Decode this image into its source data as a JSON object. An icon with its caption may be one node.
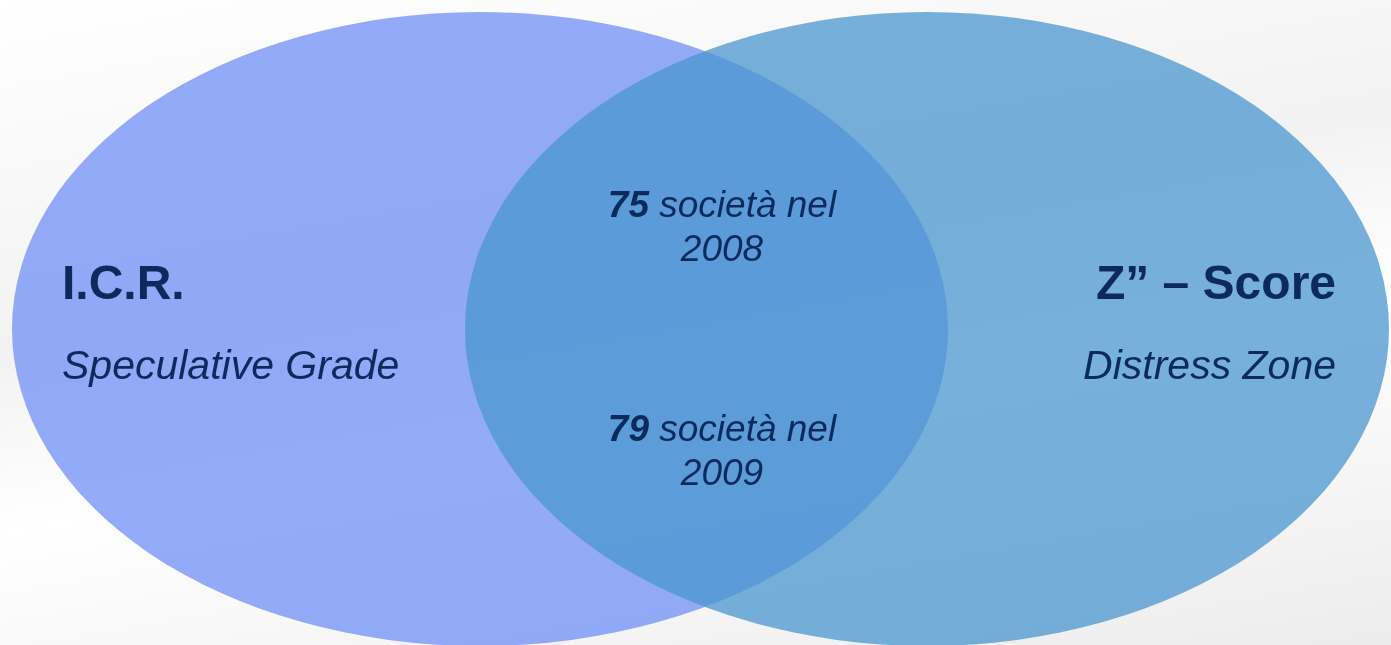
{
  "diagram": {
    "nodes": [
      {
        "text": [
          "I.C.R.",
          "Speculative Grade"
        ]
      },
      {
        "text": [
          "Z” – Score",
          "Distress Zone"
        ]
      }
    ],
    "labels": [
      "**75** società nel 2008",
      "**79** società nel 2009"
    ]
  }
}
